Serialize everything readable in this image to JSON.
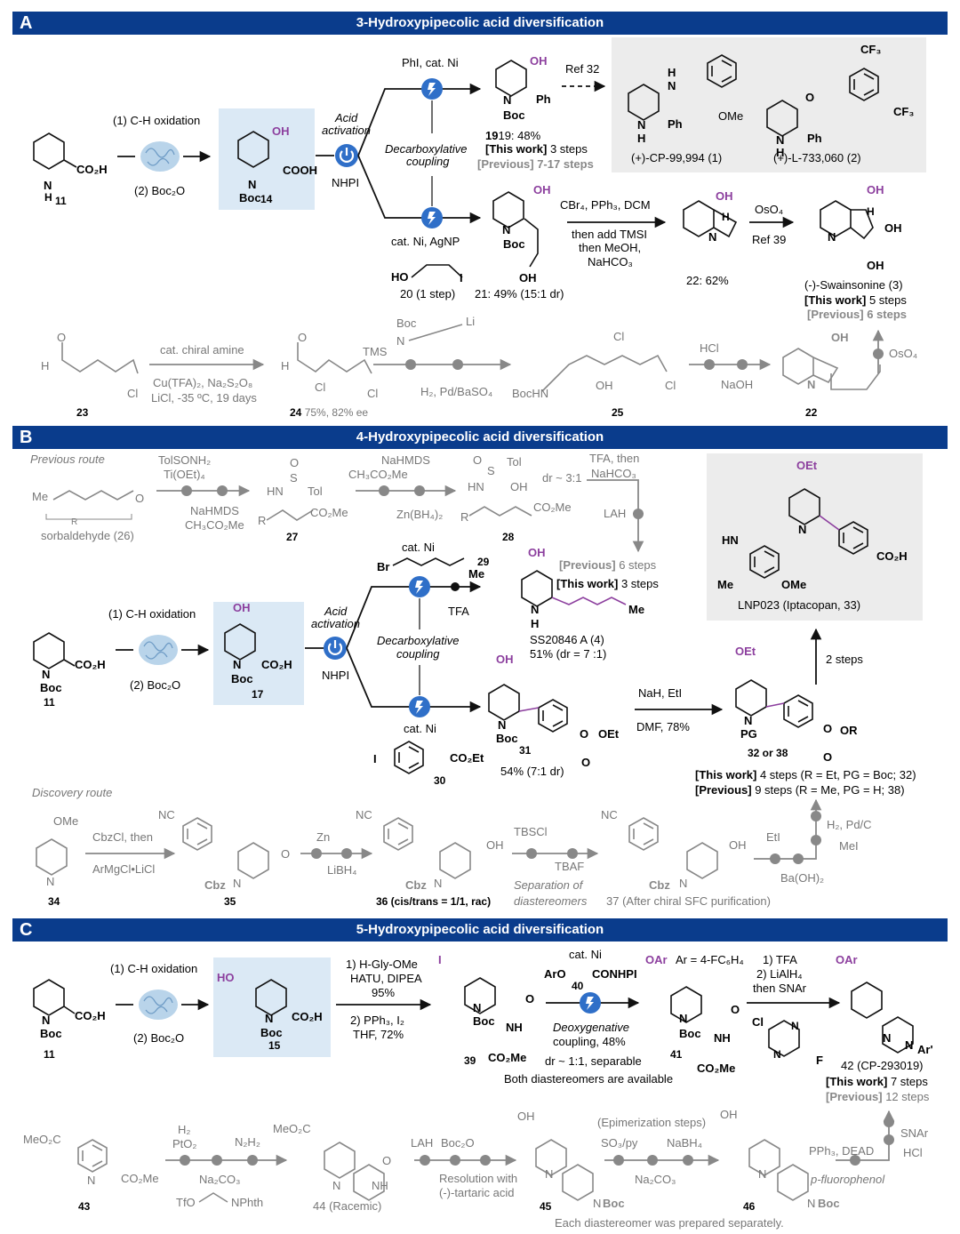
{
  "sections": {
    "a": {
      "letter": "A",
      "title": "3-Hydroxypipecolic acid diversification"
    },
    "b": {
      "letter": "B",
      "title": "4-Hydroxypipecolic acid diversification"
    },
    "c": {
      "letter": "C",
      "title": "5-Hydroxypipecolic acid diversification"
    }
  },
  "common": {
    "ch_oxidation": "(1) C-H oxidation",
    "boc2o": "(2) Boc₂O",
    "acid_activation_1": "Acid",
    "acid_activation_2": "activation",
    "nhpi": "NHPI",
    "decarb_1": "Decarboxylative",
    "decarb_2": "coupling",
    "this_work": "[This work]",
    "previous": "[Previous]"
  },
  "a": {
    "cpd11": "11",
    "cpd14": "14",
    "phi": "PhI, cat. Ni",
    "cpd19_yield": "19: 48%",
    "cpd19_steps_this": "3 steps",
    "cpd19_steps_prev": "7-17 steps",
    "ref32": "Ref 32",
    "cp99994": "(+)-CP-99,994 (1)",
    "l733060": "(+)-L-733,060 (2)",
    "ni_agnp": "cat. Ni, AgNP",
    "cpd20": "20 (1 step)",
    "cpd21": "21: 49% (15:1 dr)",
    "cbr4": "CBr₄, PPh₃, DCM",
    "tmsi": "then add TMSI",
    "meoh": "then MeOH,",
    "nahco3": "NaHCO₃",
    "cpd22": "22: 62%",
    "oso4": "OsO₄",
    "ref39": "Ref 39",
    "swainsonine": "(-)-Swainsonine (3)",
    "sw_this": "5 steps",
    "sw_prev": "6 steps",
    "cat_chiral": "cat. chiral amine",
    "cu": "Cu(TFA)₂, Na₂S₂O₈",
    "licl": "LiCl, -35 ºC, 19 days",
    "cpd23": "23",
    "cpd24": "24",
    "cpd24_ee": "75%, 82% ee",
    "h2pd": "H₂, Pd/BaSO₄",
    "cpd25": "25",
    "hcl": "HCl",
    "naoh": "NaOH",
    "cpd22b": "22",
    "oso4b": "OsO₄"
  },
  "b": {
    "prev_route": "Previous route",
    "tolsonh2": "TolSONH₂",
    "tioet": "Ti(OEt)₄",
    "nahmds": "NaHMDS",
    "ch3co2me": "CH₃CO₂Me",
    "sorb": "sorbaldehyde (26)",
    "cpd27": "27",
    "nahmds2": "NaHMDS",
    "ch3co2me2": "CH₃CO₂Me",
    "znbh4": "Zn(BH₄)₂",
    "dr31": "dr ~ 3:1",
    "cpd28": "28",
    "tfa_then": "TFA, then",
    "nahco3": "NaHCO₃",
    "lah": "LAH",
    "cat_ni": "cat. Ni",
    "cpd29": "29",
    "tfa": "TFA",
    "prev_steps": "6 steps",
    "this_steps": "3 steps",
    "ss20846": "SS20846 A (4)",
    "ss_yield": "51% (dr = 7 :1)",
    "cpd11": "11",
    "cpd17": "17",
    "cat_ni2": "cat. Ni",
    "cpd30": "30",
    "cpd31": "31",
    "cpd31_yield": "54% (7:1 dr)",
    "naH": "NaH, EtI",
    "dmf": "DMF, 78%",
    "cpd32_38": "32 or 38",
    "two_steps": "2 steps",
    "lnp023": "LNP023 (Iptacopan, 33)",
    "this_line": "4 steps (R = Et, PG = Boc; 32)",
    "prev_line": "9 steps (R = Me, PG = H; 38)",
    "disc_route": "Discovery route",
    "cbzcl": "CbzCl, then",
    "armgcl": "ArMgCl•LiCl",
    "cpd34": "34",
    "cpd35": "35",
    "zn": "Zn",
    "libh4": "LiBH₄",
    "cpd36": "36 (cis/trans = 1/1, rac)",
    "tbscl": "TBSCl",
    "tbaf": "TBAF",
    "sep1": "Separation of",
    "sep2": "diastereomers",
    "cpd37": "37 (After chiral SFC purification)",
    "eti": "EtI",
    "baoh": "Ba(OH)₂",
    "h2pdc": "H₂, Pd/C",
    "mei": "MeI"
  },
  "c": {
    "cpd11": "11",
    "cpd15": "15",
    "hgly": "1) H-Gly-OMe",
    "hatu": "HATU, DIPEA",
    "p95": "95%",
    "pph3": "2) PPh₃, I₂",
    "thf": "THF, 72%",
    "cpd39": "39",
    "cat_ni": "cat. Ni",
    "cpd40": "40",
    "deoxy1": "Deoxygenative",
    "deoxy2": "coupling, 48%",
    "dr_sep": "dr ~ 1:1, separable",
    "both": "Both diastereomers are available",
    "ar": "Ar = 4-FC₆H₄",
    "cpd41": "41",
    "tfa": "1) TFA",
    "lialh4": "2) LiAlH₄",
    "snar": "then SNAr",
    "cpd42": "42 (CP-293019)",
    "this_steps": "7 steps",
    "prev_steps": "12 steps",
    "h2": "H₂",
    "pto2": "PtO₂",
    "n2h2": "N₂H₂",
    "na2co3": "Na₂CO₃",
    "cpd43": "43",
    "cpd44": "44 (Racemic)",
    "lah": "LAH",
    "boc2o": "Boc₂O",
    "resol1": "Resolution with",
    "resol2": "(-)-tartaric acid",
    "cpd45": "45",
    "epi": "(Epimerization steps)",
    "so3": "SO₃/py",
    "nabh4": "NaBH₄",
    "na2co3b": "Na₂CO₃",
    "cpd46": "46",
    "pph3dead": "PPh₃, DEAD",
    "pfp": "p-fluorophenol",
    "snar2": "SNAr",
    "hcl": "HCl",
    "each": "Each diastereomer was prepared separately."
  }
}
